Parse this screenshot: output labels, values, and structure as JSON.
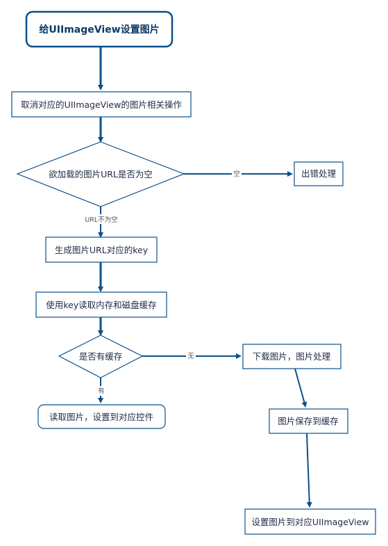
{
  "colors": {
    "stroke": "#0b4f8a",
    "text": "#1f2a44",
    "label": "#555555"
  },
  "nodes": {
    "start": "给UIImageView设置图片",
    "cancel": "取消对应的UIImageView的图片相关操作",
    "check_url": "欲加载的图片URL是否为空",
    "error": "出错处理",
    "gen_key": "生成图片URL对应的key",
    "read_cache": "使用key读取内存和磁盘缓存",
    "has_cache": "是否有缓存",
    "read_image": "读取图片，设置到对应控件",
    "download": "下载图片，图片处理",
    "save_cache": "图片保存到缓存",
    "set_image": "设置图片到对应UIImageView"
  },
  "edges": {
    "url_empty": "空",
    "url_not_empty": "URL不为空",
    "no_cache": "无",
    "has_cache": "有"
  }
}
